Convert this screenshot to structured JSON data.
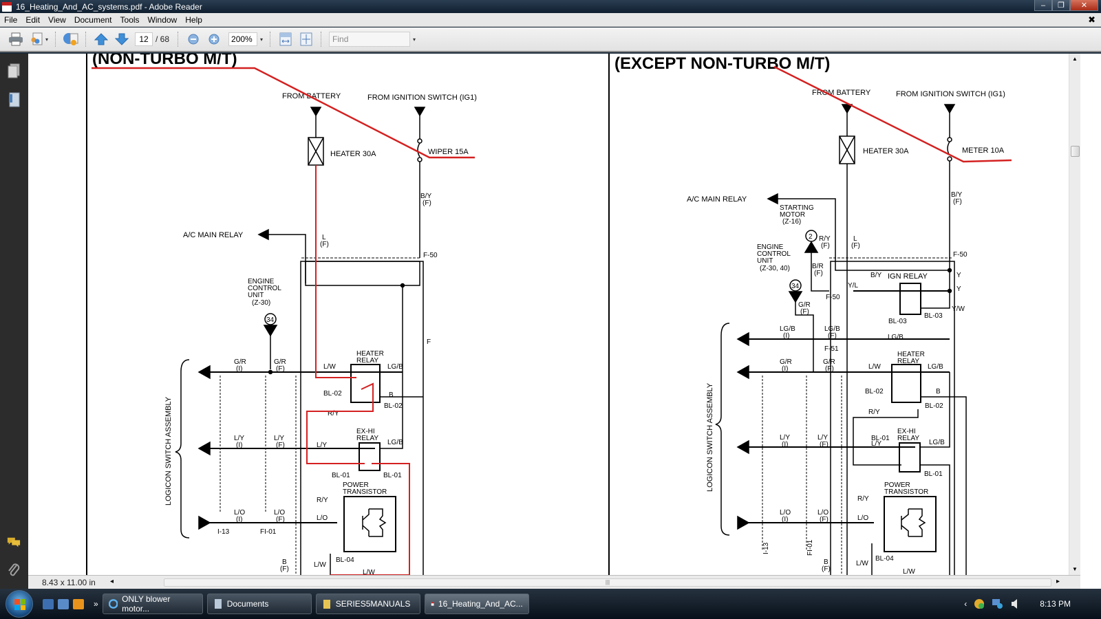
{
  "window": {
    "title": "16_Heating_And_AC_systems.pdf - Adobe Reader",
    "controls": {
      "minimize": "–",
      "maximize": "❐",
      "close": "✕"
    }
  },
  "menubar": {
    "items": [
      {
        "label": "File"
      },
      {
        "label": "Edit"
      },
      {
        "label": "View"
      },
      {
        "label": "Document"
      },
      {
        "label": "Tools"
      },
      {
        "label": "Window"
      },
      {
        "label": "Help"
      }
    ],
    "close_doc": "✖"
  },
  "toolbar": {
    "current_page": "12",
    "total_pages": "/ 68",
    "zoom_level": "200%",
    "find_placeholder": "Find",
    "icons": [
      "print-icon",
      "collaborate-icon",
      "share-icon",
      "previous-page-icon",
      "next-page-icon",
      "zoom-out-icon",
      "zoom-in-icon",
      "fit-width-icon",
      "fit-page-icon"
    ]
  },
  "sidepanel": {
    "icons": [
      "pages-icon",
      "bookmarks-icon",
      "comments-icon",
      "attachments-icon"
    ]
  },
  "statusbar": {
    "page_size": "8.43 x 11.00 in"
  },
  "document": {
    "left_diagram": {
      "title": "(NON-TURBO M/T)",
      "from_battery": "FROM BATTERY",
      "from_ignition": "FROM IGNITION SWITCH (IG1)",
      "fuse_heater": "HEATER 30A",
      "fuse_ign": "WIPER 15A",
      "by_f": [
        "B/Y",
        "(F)"
      ],
      "ac_main_relay": "A/C MAIN RELAY",
      "l_f": [
        "L",
        "(F)"
      ],
      "f50": "F-50",
      "ecu": [
        "ENGINE",
        "CONTROL",
        "UNIT",
        "(Z-30)"
      ],
      "ecu_pin": "34",
      "f_label": "F",
      "gr_i": [
        "G/R",
        "(I)"
      ],
      "gr_f": [
        "G/R",
        "(F)"
      ],
      "ly_i": [
        "L/Y",
        "(I)"
      ],
      "ly_f": [
        "L/Y",
        "(F)"
      ],
      "lo_i": [
        "L/O",
        "(I)"
      ],
      "lo_f": [
        "L/O",
        "(F)"
      ],
      "i13": "I-13",
      "fi01": "FI-01",
      "lw": "L/W",
      "lgb": "LG/B",
      "b": "B",
      "heater_relay": [
        "HEATER",
        "RELAY"
      ],
      "exhi_relay": [
        "EX-HI",
        "RELAY"
      ],
      "bl02": "BL-02",
      "bl01": "BL-01",
      "bl04": "BL-04",
      "ry": "R/Y",
      "ly": "L/Y",
      "lo": "L/O",
      "power_transistor": [
        "POWER",
        "TRANSISTOR"
      ],
      "b_f": [
        "B",
        "(F)"
      ],
      "logicon": "LOGICON SWITCH ASSEMBLY"
    },
    "right_diagram": {
      "title": "(EXCEPT NON-TURBO M/T)",
      "from_battery": "FROM BATTERY",
      "from_ignition": "FROM IGNITION SWITCH (IG1)",
      "fuse_heater": "HEATER 30A",
      "fuse_ign": "METER 10A",
      "by_f": [
        "B/Y",
        "(F)"
      ],
      "ac_main_relay": "A/C MAIN RELAY",
      "starting_motor": [
        "STARTING",
        "MOTOR",
        "(Z-16)"
      ],
      "sm_pin": "2",
      "ry_f": [
        "R/Y",
        "(F)"
      ],
      "l_f": [
        "L",
        "(F)"
      ],
      "br_f": [
        "B/R",
        "(F)"
      ],
      "ecu": [
        "ENGINE",
        "CONTROL",
        "UNIT",
        "(Z-30, 40)"
      ],
      "ecu_pin": "34",
      "gr_f_ecu": [
        "G/R",
        "(F)"
      ],
      "f50": "F-50",
      "yl": "Y/L",
      "by": "B/Y",
      "ign_relay": "IGN RELAY",
      "y": "Y",
      "yw": "Y/W",
      "bl03": "BL-03",
      "lgb_i": [
        "LG/B",
        "(I)"
      ],
      "lgb_f": [
        "LG/B",
        "(F)"
      ],
      "f51": "F-51",
      "gr_i": [
        "G/R",
        "(I)"
      ],
      "gr_f": [
        "G/R",
        "(F)"
      ],
      "ly_i": [
        "L/Y",
        "(I)"
      ],
      "ly_f": [
        "L/Y",
        "(F)"
      ],
      "lo_i": [
        "L/O",
        "(I)"
      ],
      "lo_f": [
        "L/O",
        "(F)"
      ],
      "i13": "I-13",
      "fi01": "FI-01",
      "lw": "L/W",
      "lgb": "LG/B",
      "b": "B",
      "heater_relay": [
        "HEATER",
        "RELAY"
      ],
      "exhi_relay": [
        "EX-HI",
        "RELAY"
      ],
      "bl02": "BL-02",
      "bl01": "BL-01",
      "bl04": "BL-04",
      "ry": "R/Y",
      "ly": "L/Y",
      "lo": "L/O",
      "power_transistor": [
        "POWER",
        "TRANSISTOR"
      ],
      "b_f": [
        "B",
        "(F)"
      ],
      "logicon": "LOGICON SWITCH ASSEMBLY"
    },
    "annotation_color": "#d42020"
  },
  "taskbar": {
    "tasks": [
      {
        "label": "ONLY blower motor...",
        "icon": "internet-explorer-icon"
      },
      {
        "label": "Documents",
        "icon": "documents-icon"
      },
      {
        "label": "SERIES5MANUALS",
        "icon": "folder-icon"
      },
      {
        "label": "16_Heating_And_AC...",
        "icon": "pdf-icon",
        "active": true
      }
    ],
    "more": "»",
    "tray_expand": "‹",
    "clock": "8:13 PM"
  }
}
